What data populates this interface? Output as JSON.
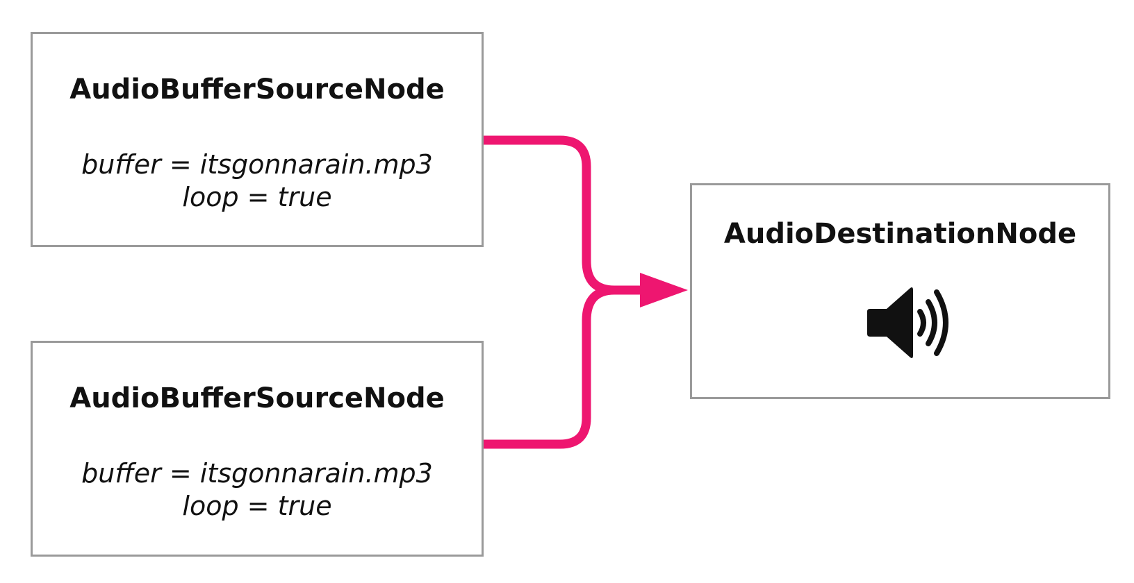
{
  "source_nodes": [
    {
      "title": "AudioBufferSourceNode",
      "buffer_line": "buffer = itsgonnarain.mp3",
      "loop_line": "loop = true"
    },
    {
      "title": "AudioBufferSourceNode",
      "buffer_line": "buffer = itsgonnarain.mp3",
      "loop_line": "loop = true"
    }
  ],
  "destination_node": {
    "title": "AudioDestinationNode",
    "icon": "speaker-icon"
  },
  "colors": {
    "connector": "#ee1670",
    "border": "#9a9a9a",
    "text": "#111111"
  }
}
